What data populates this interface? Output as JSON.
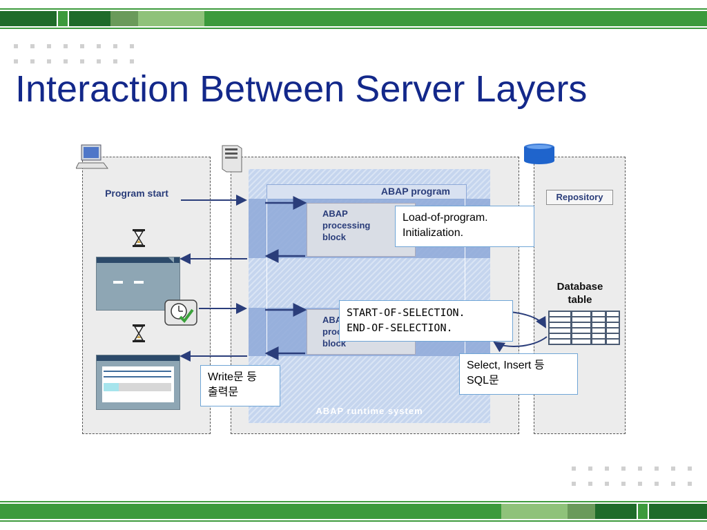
{
  "title": "Interaction Between Server Layers",
  "labels": {
    "program_start": "Program start",
    "abap_program": "ABAP program",
    "abap_processing_block_1": "ABAP processing block",
    "abap_processing_block_2": "ABAP processing block",
    "abap_runtime_system": "ABAP runtime system",
    "repository": "Repository",
    "database_table": "Database table"
  },
  "callouts": {
    "load_of_program_1": "Load-of-program.",
    "load_of_program_2": "Initialization.",
    "start_of_selection_1": "START-OF-SELECTION.",
    "start_of_selection_2": "END-OF-SELECTION.",
    "sql_1": "Select, Insert 등",
    "sql_2": "SQL문",
    "write_1": "Write문 등",
    "write_2": "출력문"
  },
  "icons": [
    "computer-icon",
    "server-icon",
    "database-icon",
    "hourglass-icon",
    "clock-check-icon"
  ],
  "colors": {
    "title": "#13288a",
    "green_dark": "#1f6b2a",
    "green_mid": "#3c9a3c",
    "green_light": "#7fbf6a",
    "runtime_blue": "#c5d5ee",
    "program_blue": "#8ea9d8",
    "arrow": "#2a3d7a"
  }
}
